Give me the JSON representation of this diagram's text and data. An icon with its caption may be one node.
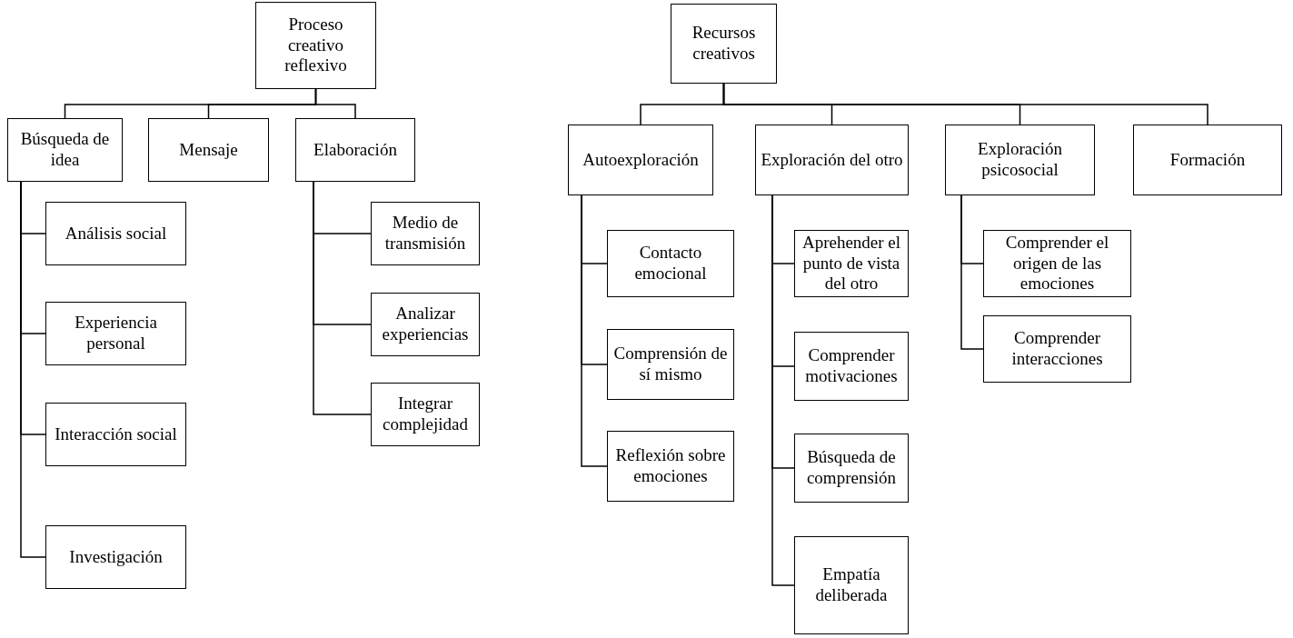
{
  "diagram": {
    "nodes": [
      {
        "text": [
          "Proceso creativo reflexivo"
        ]
      },
      {
        "text": [
          "Búsqueda de idea"
        ]
      },
      {
        "text": [
          "Mensaje"
        ]
      },
      {
        "text": [
          "Elaboración"
        ]
      },
      {
        "text": [
          "Análisis social"
        ]
      },
      {
        "text": [
          "Experiencia personal"
        ]
      },
      {
        "text": [
          "Interacción social"
        ]
      },
      {
        "text": [
          "Investigación"
        ]
      },
      {
        "text": [
          "Medio de transmisión"
        ]
      },
      {
        "text": [
          "Analizar experiencias"
        ]
      },
      {
        "text": [
          "Integrar complejidad"
        ]
      },
      {
        "text": [
          "Recursos creativos"
        ]
      },
      {
        "text": [
          "Autoexploración"
        ]
      },
      {
        "text": [
          "Exploración del otro"
        ]
      },
      {
        "text": [
          "Exploración psicosocial"
        ]
      },
      {
        "text": [
          "Formación"
        ]
      },
      {
        "text": [
          "Contacto emocional"
        ]
      },
      {
        "text": [
          "Comprensión de sí mismo"
        ]
      },
      {
        "text": [
          "Reflexión sobre emociones"
        ]
      },
      {
        "text": [
          "Aprehender el punto de vista del otro"
        ]
      },
      {
        "text": [
          "Comprender motivaciones"
        ]
      },
      {
        "text": [
          "Búsqueda de comprensión"
        ]
      },
      {
        "text": [
          "Empatía deliberada"
        ]
      },
      {
        "text": [
          "Comprender el origen de las emociones"
        ]
      },
      {
        "text": [
          "Comprender interacciones"
        ]
      }
    ],
    "edges": [
      {
        "from": 0,
        "to": 1,
        "arrow": "none"
      },
      {
        "from": 0,
        "to": 2,
        "arrow": "none"
      },
      {
        "from": 0,
        "to": 3,
        "arrow": "none"
      },
      {
        "from": 1,
        "to": 4,
        "arrow": "none"
      },
      {
        "from": 1,
        "to": 5,
        "arrow": "none"
      },
      {
        "from": 1,
        "to": 6,
        "arrow": "none"
      },
      {
        "from": 1,
        "to": 7,
        "arrow": "none"
      },
      {
        "from": 3,
        "to": 8,
        "arrow": "none"
      },
      {
        "from": 3,
        "to": 9,
        "arrow": "none"
      },
      {
        "from": 3,
        "to": 10,
        "arrow": "none"
      },
      {
        "from": 11,
        "to": 12,
        "arrow": "none"
      },
      {
        "from": 11,
        "to": 13,
        "arrow": "none"
      },
      {
        "from": 11,
        "to": 14,
        "arrow": "none"
      },
      {
        "from": 11,
        "to": 15,
        "arrow": "none"
      },
      {
        "from": 12,
        "to": 16,
        "arrow": "none"
      },
      {
        "from": 12,
        "to": 17,
        "arrow": "none"
      },
      {
        "from": 12,
        "to": 18,
        "arrow": "none"
      },
      {
        "from": 13,
        "to": 19,
        "arrow": "none"
      },
      {
        "from": 13,
        "to": 20,
        "arrow": "none"
      },
      {
        "from": 13,
        "to": 21,
        "arrow": "none"
      },
      {
        "from": 13,
        "to": 22,
        "arrow": "none"
      },
      {
        "from": 14,
        "to": 23,
        "arrow": "none"
      },
      {
        "from": 14,
        "to": 24,
        "arrow": "none"
      }
    ]
  }
}
